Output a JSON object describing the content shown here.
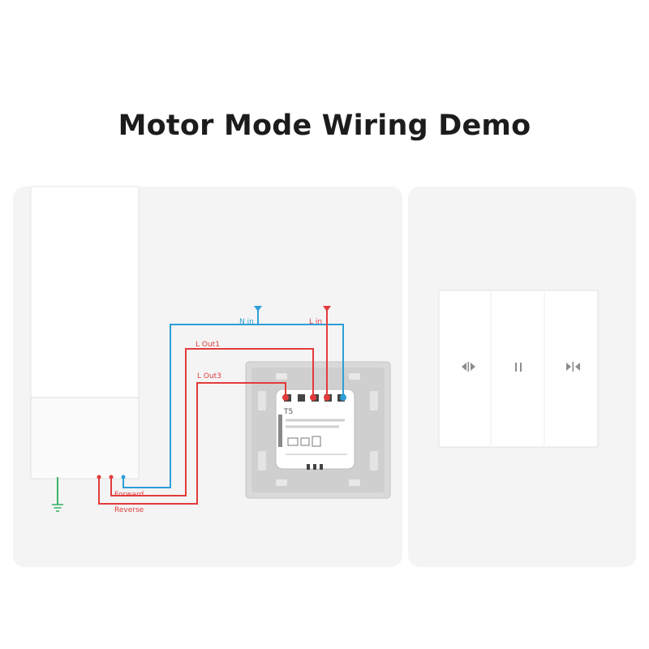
{
  "title": "Motor Mode Wiring Demo",
  "wiring": {
    "n_in": "N in",
    "l_in": "L in",
    "l_out1": "L Out1",
    "l_out3": "L Out3",
    "forward": "Forward",
    "reverse": "Reverse"
  },
  "module": {
    "model": "T5"
  },
  "switch_panel": {
    "buttons": [
      {
        "icon": "open-curtain-icon"
      },
      {
        "icon": "pause-icon"
      },
      {
        "icon": "close-curtain-icon"
      }
    ]
  },
  "colors": {
    "neutral_wire": "#2d9fd6",
    "live_wire": "#e33b3b",
    "ground_wire": "#3bb56a",
    "panel_bg": "#f4f4f4"
  }
}
